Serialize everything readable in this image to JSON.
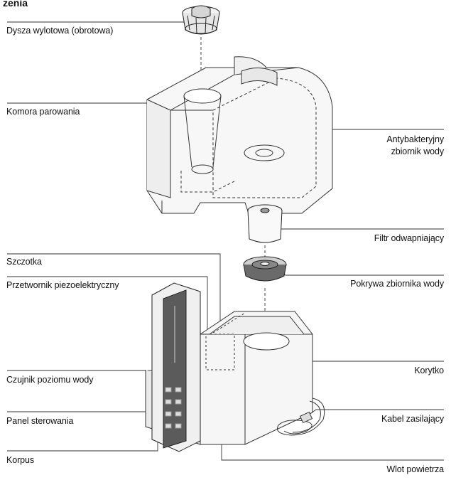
{
  "title": "zenia",
  "labels": {
    "outlet_nozzle": "Dysza wylotowa (obrotowa)",
    "evaporation_chamber": "Komora parowania",
    "tank_line1": "Antybakteryjny",
    "tank_line2": "zbiornik wody",
    "descaling_filter": "Filtr odwapniający",
    "brush": "Szczotka",
    "transducer": "Przetwornik piezoelektryczny",
    "tank_cap": "Pokrywa zbiornika wody",
    "water_level_sensor": "Czujnik poziomu wody",
    "trough": "Korytko",
    "control_panel": "Panel sterowania",
    "power_cable": "Kabel zasilający",
    "housing": "Korpus",
    "air_inlet": "Wlot powietrza"
  }
}
